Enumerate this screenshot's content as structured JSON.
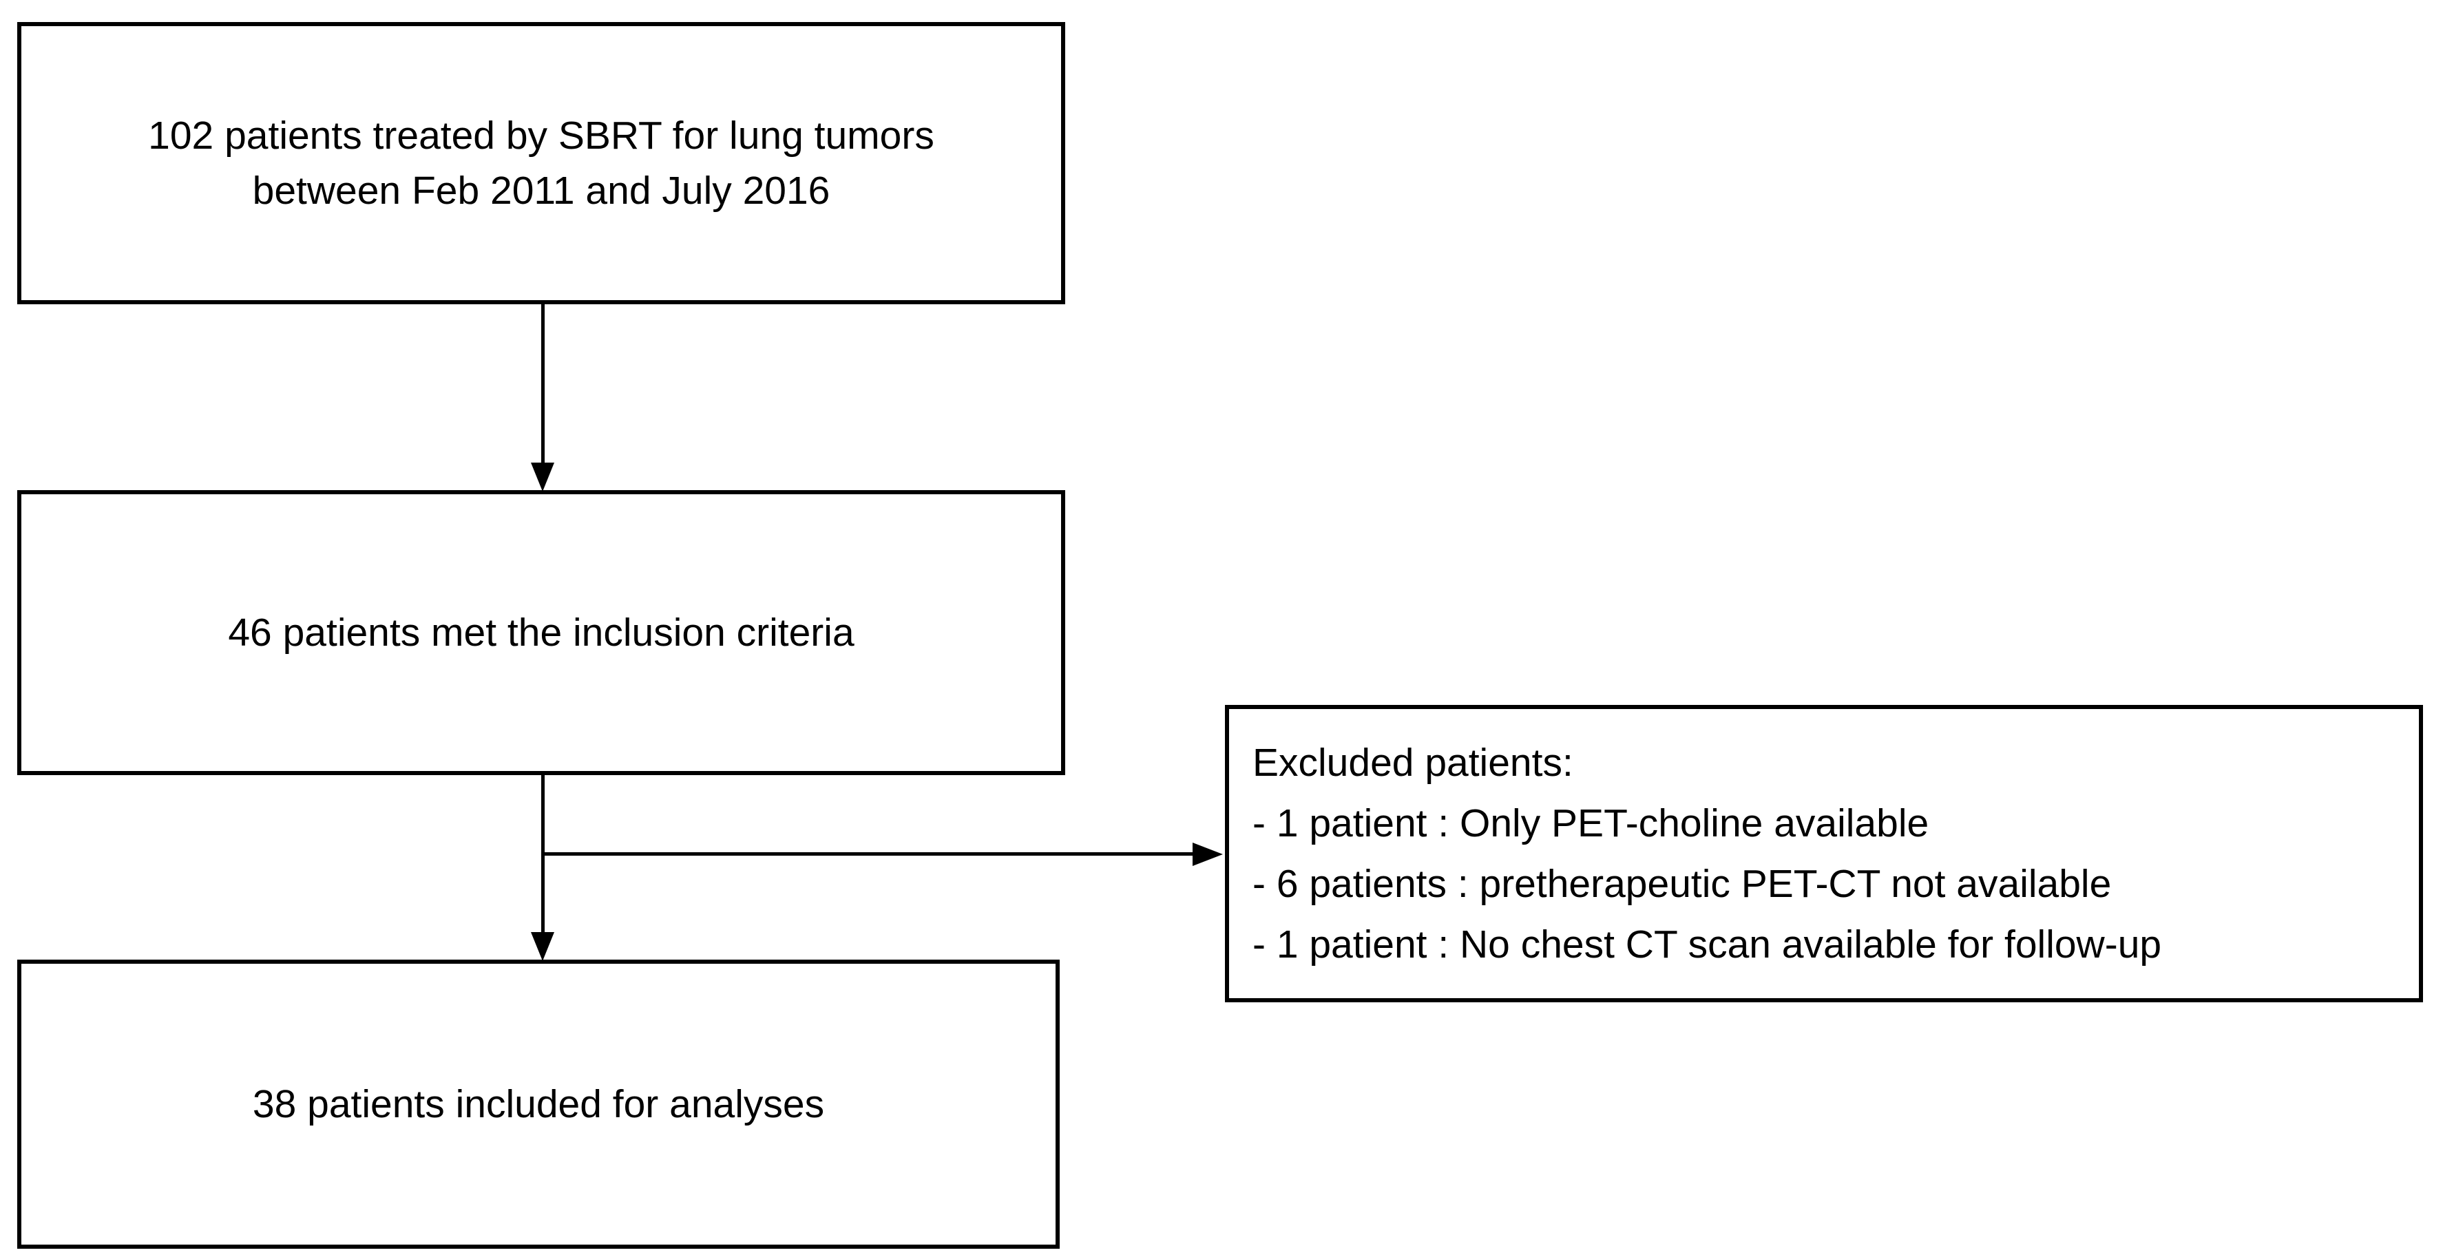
{
  "diagram": {
    "type": "patient-flowchart",
    "colors": {
      "background": "#ffffff",
      "border": "#000000",
      "text": "#000000"
    },
    "boxes": {
      "screened": {
        "lines": [
          "102 patients treated by SBRT for lung tumors",
          "between Feb 2011 and July 2016"
        ]
      },
      "inclusion": {
        "text": "46 patients met the inclusion criteria"
      },
      "excluded": {
        "heading": "Excluded patients:",
        "items": [
          "- 1 patient : Only PET-choline available",
          "- 6 patients : pretherapeutic PET-CT not available",
          "- 1 patient : No chest CT scan available for follow-up"
        ]
      },
      "analyzed": {
        "text": "38 patients included for analyses"
      }
    }
  }
}
